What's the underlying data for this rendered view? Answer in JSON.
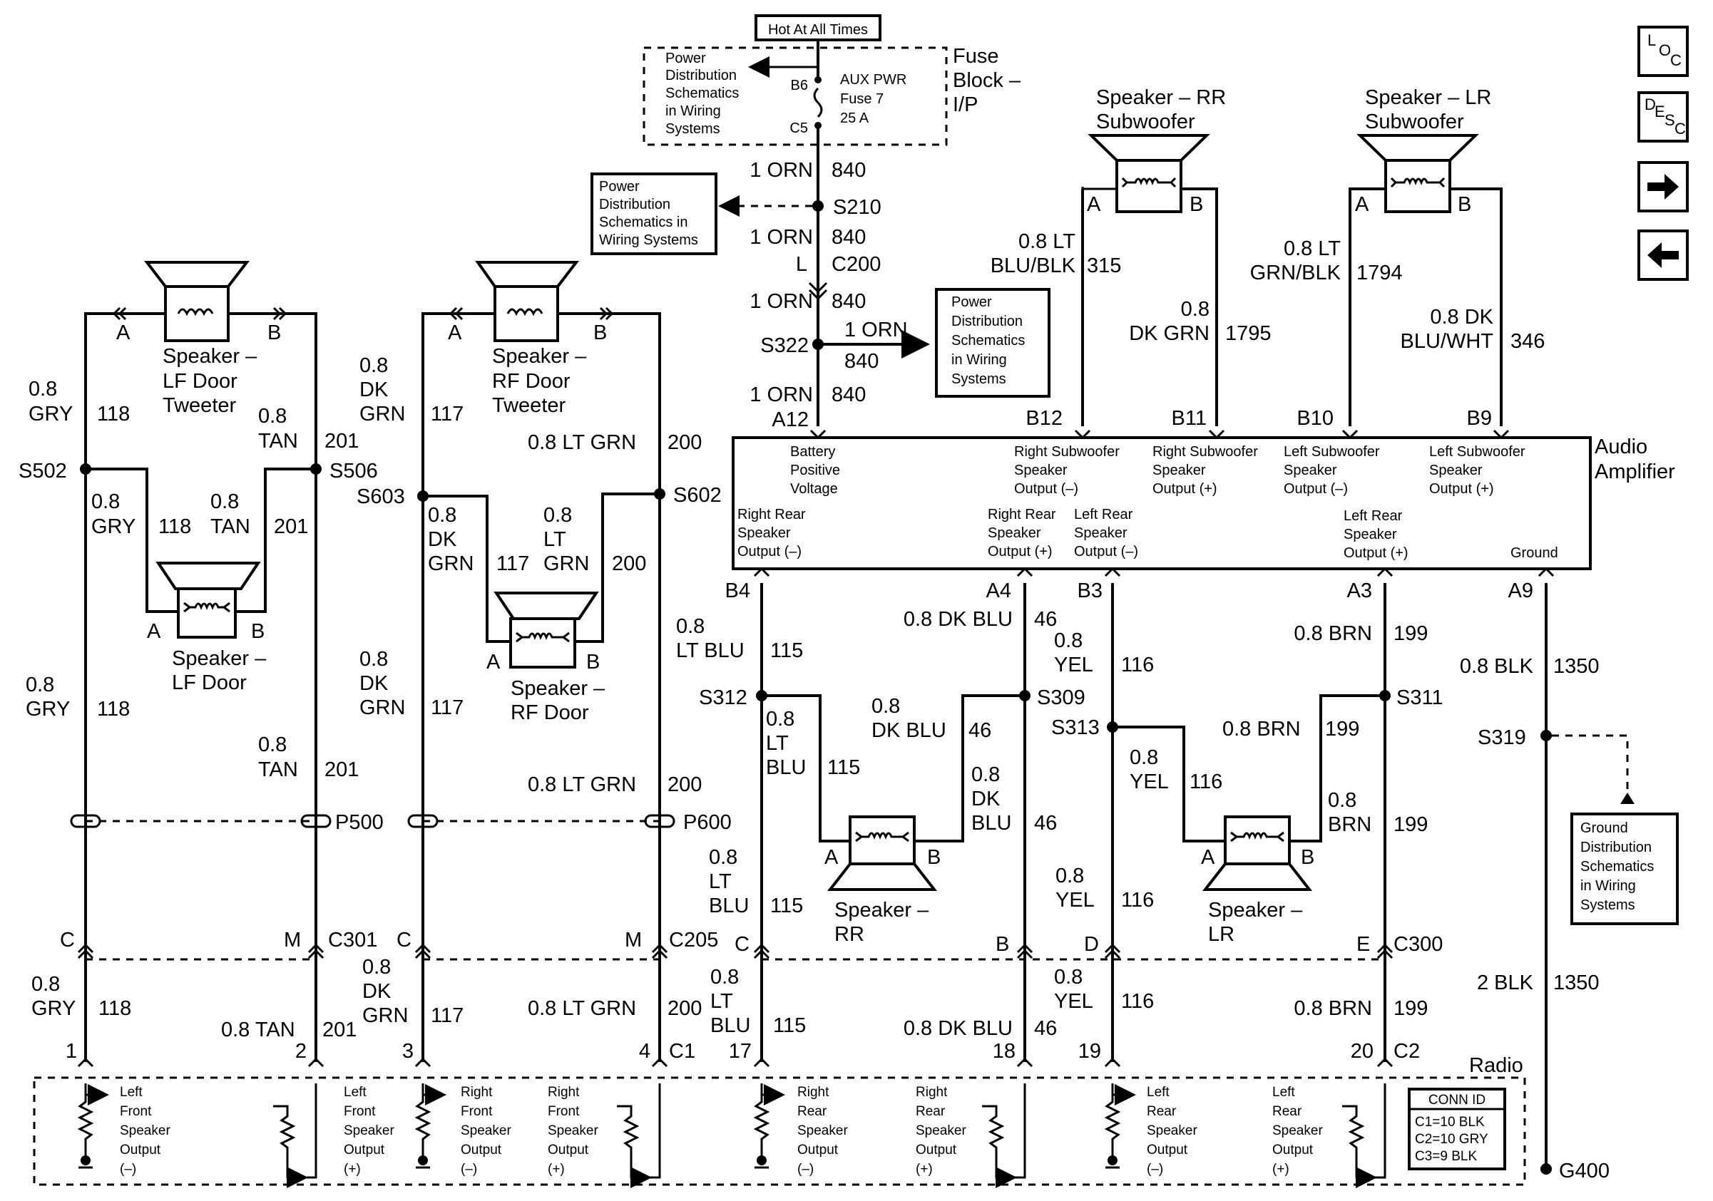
{
  "fuse": {
    "hot_label": "Hot At All Times",
    "block_line1": "Fuse",
    "block_line2": "Block –",
    "block_line3": "I/P",
    "pd_line1": "Power",
    "pd_line2": "Distribution",
    "pd_line3": "Schematics",
    "pd_line4": "in Wiring",
    "pd_line5": "Systems",
    "b6": "B6",
    "c5": "C5",
    "name1": "AUX PWR",
    "name2": "Fuse 7",
    "name3": "25 A"
  },
  "feed": {
    "w1_gauge": "1 ORN",
    "w1_circuit": "840",
    "s210": "S210",
    "pd1_line1": "Power",
    "pd1_line2": "Distribution",
    "pd1_line3": "Schematics in",
    "pd1_line4": "Wiring Systems",
    "w2_gauge": "1 ORN",
    "w2_circuit": "840",
    "c200_pin": "L",
    "c200": "C200",
    "w3_gauge": "1 ORN",
    "w3_circuit": "840",
    "s322": "S322",
    "b1_gauge": "1 ORN",
    "b1_circuit": "840",
    "pd2_line1": "Power",
    "pd2_line2": "Distribution",
    "pd2_line3": "Schematics",
    "pd2_line4": "in Wiring",
    "pd2_line5": "Systems",
    "w4_gauge": "1 ORN",
    "w4_circuit": "840",
    "pin": "A12"
  },
  "amp": {
    "title1": "Audio",
    "title2": "Amplifier",
    "bat1": "Battery",
    "bat2": "Positive",
    "bat3": "Voltage",
    "rsm1": "Right Subwoofer",
    "rsm2": "Speaker",
    "rsm3": "Output (–)",
    "rsp1": "Right Subwoofer",
    "rsp2": "Speaker",
    "rsp3": "Output (+)",
    "lsm1": "Left Subwoofer",
    "lsm2": "Speaker",
    "lsm3": "Output (–)",
    "lsp1": "Left Subwoofer",
    "lsp2": "Speaker",
    "lsp3": "Output (+)",
    "rrm1": "Right Rear",
    "rrm2": "Speaker",
    "rrm3": "Output (–)",
    "rrp1": "Right Rear",
    "rrp2": "Speaker",
    "rrp3": "Output (+)",
    "lrm1": "Left Rear",
    "lrm2": "Speaker",
    "lrm3": "Output (–)",
    "lrp1": "Left Rear",
    "lrp2": "Speaker",
    "lrp3": "Output (+)",
    "ground": "Ground"
  },
  "subrr": {
    "title1": "Speaker – RR",
    "title2": "Subwoofer",
    "a": "A",
    "b": "B",
    "w1_gauge1": "0.8 LT",
    "w1_gauge2": "BLU/BLK",
    "w1_circuit": "315",
    "w2_gauge1": "0.8",
    "w2_gauge2": "DK GRN",
    "w2_circuit": "1795",
    "pin_a": "B12",
    "pin_b": "B11"
  },
  "sublr": {
    "title1": "Speaker – LR",
    "title2": "Subwoofer",
    "a": "A",
    "b": "B",
    "w1_gauge1": "0.8 LT",
    "w1_gauge2": "GRN/BLK",
    "w1_circuit": "1794",
    "w2_gauge1": "0.8 DK",
    "w2_gauge2": "BLU/WHT",
    "w2_circuit": "346",
    "pin_a": "B10",
    "pin_b": "B9"
  },
  "lft": {
    "title1": "Speaker –",
    "title2": "LF Door",
    "title3": "Tweeter",
    "a": "A",
    "b": "B",
    "gry_g1": "0.8",
    "gry_g2": "GRY",
    "gry_c": "118",
    "tan_g1": "0.8",
    "tan_g2": "TAN",
    "tan_c": "201",
    "s502": "S502",
    "s506": "S506",
    "d_gry_g1": "0.8",
    "d_gry_g2": "GRY",
    "d_gry_c": "118",
    "d_tan_g1": "0.8",
    "d_tan_g2": "TAN",
    "d_tan_c": "201",
    "d_a": "A",
    "d_b": "B",
    "door_title1": "Speaker –",
    "door_title2": "LF Door",
    "gry2_g1": "0.8",
    "gry2_g2": "GRY",
    "gry2_c": "118",
    "tan2_g1": "0.8",
    "tan2_g2": "TAN",
    "tan2_c": "201"
  },
  "rft": {
    "title1": "Speaker –",
    "title2": "RF Door",
    "title3": "Tweeter",
    "a": "A",
    "b": "B",
    "grn_g1": "0.8",
    "grn_g2": "DK",
    "grn_g3": "GRN",
    "grn_c": "117",
    "ltg_g": "0.8 LT GRN",
    "ltg_c": "200",
    "s603": "S603",
    "s602": "S602",
    "d_grn_g1": "0.8",
    "d_grn_g2": "DK",
    "d_grn_g3": "GRN",
    "d_grn_c": "117",
    "d_ltg_g1": "0.8",
    "d_ltg_g2": "LT",
    "d_ltg_g3": "GRN",
    "d_ltg_c": "200",
    "d_a": "A",
    "d_b": "B",
    "door_title1": "Speaker –",
    "door_title2": "RF Door",
    "grn2_g1": "0.8",
    "grn2_g2": "DK",
    "grn2_g3": "GRN",
    "grn2_c": "117",
    "ltg2_g": "0.8 LT GRN",
    "ltg2_c": "200"
  },
  "conn": {
    "p500": "P500",
    "p600": "P600"
  },
  "rear": {
    "b4": "B4",
    "a4": "A4",
    "b3": "B3",
    "a3": "A3",
    "a9": "A9",
    "ltblu_g1": "0.8",
    "ltblu_g2": "LT BLU",
    "ltblu_c": "115",
    "dkblu_g": "0.8 DK BLU",
    "dkblu_c": "46",
    "yel_g1": "0.8",
    "yel_g2": "YEL",
    "yel_c": "116",
    "brn_g": "0.8 BRN",
    "brn_c": "199",
    "blk_g": "0.8 BLK",
    "blk_c": "1350",
    "s312": "S312",
    "s309": "S309",
    "s313": "S313",
    "s311": "S311",
    "s319": "S319",
    "gd1": "Ground",
    "gd2": "Distribution",
    "gd3": "Schematics",
    "gd4": "in Wiring",
    "gd5": "Systems",
    "rr_a": "A",
    "rr_b": "B",
    "rr_title1": "Speaker –",
    "rr_title2": "RR",
    "rr_lt_g1": "0.8",
    "rr_lt_g2": "LT",
    "rr_lt_g3": "BLU",
    "rr_lt_c": "115",
    "rr_dk_g1": "0.8",
    "rr_dk_g2": "DK BLU",
    "rr_dk_c": "46",
    "rr_dk2_g1": "0.8",
    "rr_dk2_g2": "DK",
    "rr_dk2_g3": "BLU",
    "rr_dk2_c": "46",
    "rr_lt2_g1": "0.8",
    "rr_lt2_g2": "LT",
    "rr_lt2_g3": "BLU",
    "rr_lt2_c": "115",
    "lr_a": "A",
    "lr_b": "B",
    "lr_title1": "Speaker –",
    "lr_title2": "LR",
    "lr_yel_g1": "0.8",
    "lr_yel_g2": "YEL",
    "lr_yel_c": "116",
    "lr_brn_g": "0.8 BRN",
    "lr_brn_c": "199",
    "lr_brn2_g1": "0.8",
    "lr_brn2_g2": "BRN",
    "lr_brn2_c": "199",
    "lr_yel2_g1": "0.8",
    "lr_yel2_g2": "YEL",
    "lr_yel2_c": "116"
  },
  "low": {
    "c_lf": "C",
    "m_lf": "M",
    "c301": "C301",
    "c_rf": "C",
    "m_rf": "M",
    "c205": "C205",
    "c_rr": "C",
    "b_rr": "B",
    "d_lr": "D",
    "e_lr": "E",
    "c300": "C300",
    "gry_g1": "0.8",
    "gry_g2": "GRY",
    "gry_c": "118",
    "tan_g": "0.8 TAN",
    "tan_c": "201",
    "grn_g1": "0.8",
    "grn_g2": "DK",
    "grn_g3": "GRN",
    "grn_c": "117",
    "ltg_g": "0.8 LT GRN",
    "ltg_c": "200",
    "ltblu_g1": "0.8",
    "ltblu_g2": "LT",
    "ltblu_g3": "BLU",
    "ltblu_c": "115",
    "dkblu_g": "0.8 DK BLU",
    "dkblu_c": "46",
    "yel_g1": "0.8",
    "yel_g2": "YEL",
    "yel_c": "116",
    "brn_g": "0.8 BRN",
    "brn_c": "199",
    "blk_g": "2 BLK",
    "blk_c": "1350",
    "p1": "1",
    "p2": "2",
    "p3": "3",
    "p4": "4",
    "c1": "C1",
    "p17": "17",
    "p18": "18",
    "p19": "19",
    "p20": "20",
    "c2": "C2"
  },
  "radio": {
    "title": "Radio",
    "outputs": [
      {
        "lines": [
          "Left",
          "Front",
          "Speaker",
          "Output",
          "(–)"
        ]
      },
      {
        "lines": [
          "Left",
          "Front",
          "Speaker",
          "Output",
          "(+)"
        ]
      },
      {
        "lines": [
          "Right",
          "Front",
          "Speaker",
          "Output",
          "(–)"
        ]
      },
      {
        "lines": [
          "Right",
          "Front",
          "Speaker",
          "Output",
          "(+)"
        ]
      },
      {
        "lines": [
          "Right",
          "Rear",
          "Speaker",
          "Output",
          "(–)"
        ]
      },
      {
        "lines": [
          "Right",
          "Rear",
          "Speaker",
          "Output",
          "(+)"
        ]
      },
      {
        "lines": [
          "Left",
          "Rear",
          "Speaker",
          "Output",
          "(–)"
        ]
      },
      {
        "lines": [
          "Left",
          "Rear",
          "Speaker",
          "Output",
          "(+)"
        ]
      }
    ],
    "conn_id": {
      "title": "CONN ID",
      "rows": [
        "C1=10 BLK",
        "C2=10 GRY",
        "C3=9 BLK"
      ]
    },
    "g400": "G400"
  },
  "nav": {
    "loc": [
      "L",
      "O",
      "C"
    ],
    "desc": [
      "D",
      "E",
      "S",
      "C"
    ]
  }
}
